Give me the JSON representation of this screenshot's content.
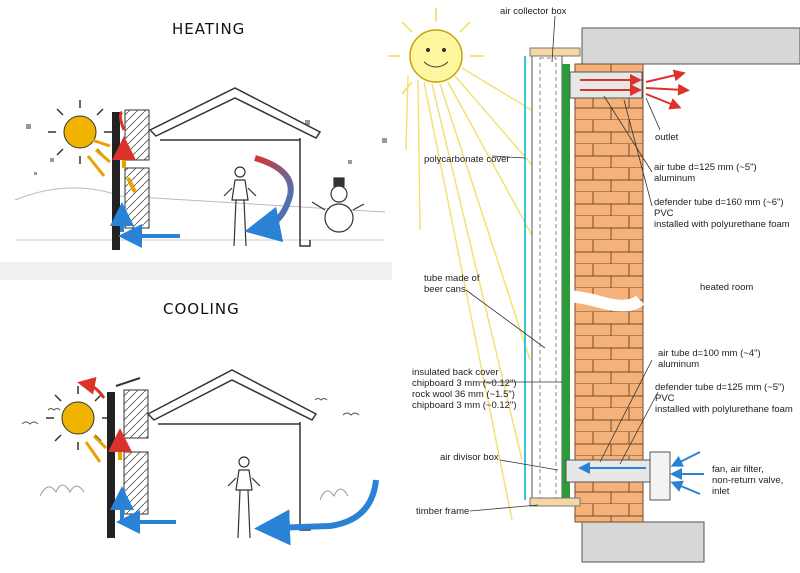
{
  "panels": {
    "heating": {
      "title": "HEATING"
    },
    "cooling": {
      "title": "COOLING"
    }
  },
  "labels": {
    "air_collector_box": "air collector box",
    "outlet": "outlet",
    "polycarbonate_cover": "polycarbonate cover",
    "air_tube_top_1": "air tube d=125 mm (~5\")",
    "air_tube_top_2": "aluminum",
    "defender_top_1": "defender tube d=160 mm (~6\")",
    "defender_top_2": "PVC",
    "defender_top_3": "installed with polyurethane foam",
    "heated_room": "heated room",
    "beer_cans_1": "tube made of",
    "beer_cans_2": "beer cans",
    "air_tube_bottom_1": "air tube d=100 mm (~4\")",
    "air_tube_bottom_2": "aluminum",
    "back_cover_1": "insulated back cover",
    "back_cover_2": "chipboard 3 mm (~0.12\")",
    "back_cover_3": "rock wool 36 mm (~1.5\")",
    "back_cover_4": "chipboard 3 mm (~0.12\")",
    "defender_bottom_1": "defender tube d=125 mm (~5\")",
    "defender_bottom_2": "PVC",
    "defender_bottom_3": "installed with polylurethane foam",
    "air_divisor_box": "air divisor box",
    "inlet_1": "fan, air filter,",
    "inlet_2": "non-return valve,",
    "inlet_3": "inlet",
    "timber_frame": "timber frame"
  },
  "colors": {
    "warm_air": "#d9332b",
    "cool_air": "#2a82d6",
    "sun": "#f0b400",
    "brick": "#f4b27a",
    "glass": "#37c6d8",
    "absorber": "#2c9a3a"
  },
  "icons": [
    "sun-icon",
    "snowman-icon",
    "person-icon",
    "house-icon",
    "bird-icon",
    "bush-icon"
  ]
}
